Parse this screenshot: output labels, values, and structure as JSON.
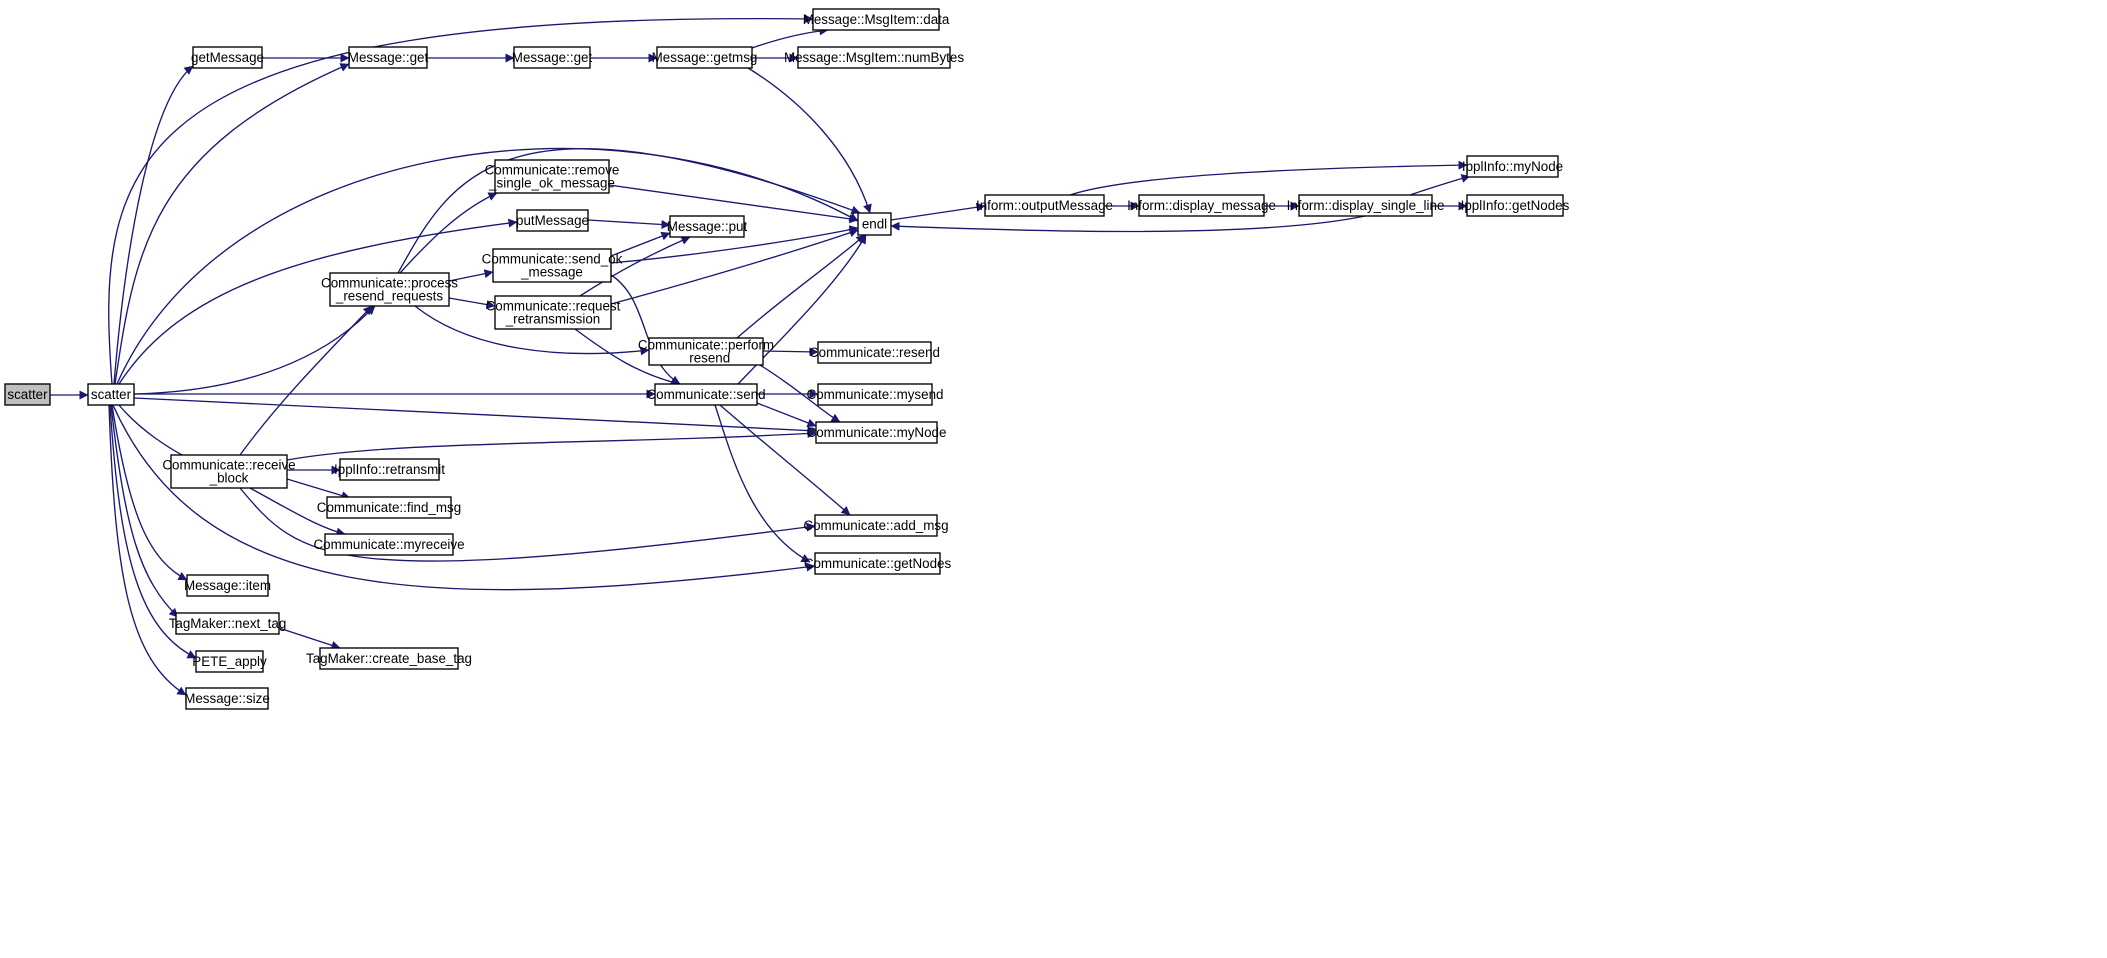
{
  "colors": {
    "edge": "#191970",
    "node_border": "#000000",
    "node_fill": "#ffffff",
    "root_fill": "#bfbfbf"
  },
  "nodes": [
    {
      "id": "n_root",
      "lines": [
        "scatter"
      ]
    },
    {
      "id": "n_scatter",
      "lines": [
        "scatter"
      ]
    },
    {
      "id": "n_getMessage",
      "lines": [
        "getMessage"
      ]
    },
    {
      "id": "n_msg_get1",
      "lines": [
        "Message::get"
      ]
    },
    {
      "id": "n_msg_get2",
      "lines": [
        "Message::get"
      ]
    },
    {
      "id": "n_getmsg",
      "lines": [
        "Message::getmsg"
      ]
    },
    {
      "id": "n_msgitem_data",
      "lines": [
        "Message::MsgItem::data"
      ]
    },
    {
      "id": "n_msgitem_numbytes",
      "lines": [
        "Message::MsgItem::numBytes"
      ]
    },
    {
      "id": "n_remove_single",
      "lines": [
        "Communicate::remove",
        "_single_ok_message"
      ]
    },
    {
      "id": "n_putMessage",
      "lines": [
        "putMessage"
      ]
    },
    {
      "id": "n_msg_put",
      "lines": [
        "Message::put"
      ]
    },
    {
      "id": "n_send_ok",
      "lines": [
        "Communicate::send_ok",
        "_message"
      ]
    },
    {
      "id": "n_process_resend",
      "lines": [
        "Communicate::process",
        "_resend_requests"
      ]
    },
    {
      "id": "n_request_retrans",
      "lines": [
        "Communicate::request",
        "_retransmission"
      ]
    },
    {
      "id": "n_perform_resend",
      "lines": [
        "Communicate::perform",
        "_resend"
      ]
    },
    {
      "id": "n_comm_send",
      "lines": [
        "Communicate::send"
      ]
    },
    {
      "id": "n_endl",
      "lines": [
        "endl"
      ]
    },
    {
      "id": "n_outputMessage",
      "lines": [
        "Inform::outputMessage"
      ]
    },
    {
      "id": "n_display_message",
      "lines": [
        "Inform::display_message"
      ]
    },
    {
      "id": "n_display_single",
      "lines": [
        "Inform::display_single_line"
      ]
    },
    {
      "id": "n_ippl_mynode",
      "lines": [
        "IpplInfo::myNode"
      ]
    },
    {
      "id": "n_ippl_getnodes",
      "lines": [
        "IpplInfo::getNodes"
      ]
    },
    {
      "id": "n_comm_resend",
      "lines": [
        "Communicate::resend"
      ]
    },
    {
      "id": "n_comm_mysend",
      "lines": [
        "Communicate::mysend"
      ]
    },
    {
      "id": "n_comm_mynode",
      "lines": [
        "Communicate::myNode"
      ]
    },
    {
      "id": "n_receive_block",
      "lines": [
        "Communicate::receive",
        "_block"
      ]
    },
    {
      "id": "n_ippl_retransmit",
      "lines": [
        "IpplInfo::retransmit"
      ]
    },
    {
      "id": "n_find_msg",
      "lines": [
        "Communicate::find_msg"
      ]
    },
    {
      "id": "n_myreceive",
      "lines": [
        "Communicate::myreceive"
      ]
    },
    {
      "id": "n_add_msg",
      "lines": [
        "Communicate::add_msg"
      ]
    },
    {
      "id": "n_comm_getnodes",
      "lines": [
        "Communicate::getNodes"
      ]
    },
    {
      "id": "n_msg_item",
      "lines": [
        "Message::item"
      ]
    },
    {
      "id": "n_next_tag",
      "lines": [
        "TagMaker::next_tag"
      ]
    },
    {
      "id": "n_create_base_tag",
      "lines": [
        "TagMaker::create_base_tag"
      ]
    },
    {
      "id": "n_pete_apply",
      "lines": [
        "PETE_apply"
      ]
    },
    {
      "id": "n_msg_size",
      "lines": [
        "Message::size"
      ]
    }
  ],
  "edges": [
    [
      "n_root",
      "n_scatter"
    ],
    [
      "n_scatter",
      "n_msgitem_data"
    ],
    [
      "n_scatter",
      "n_getMessage"
    ],
    [
      "n_scatter",
      "n_msg_get1"
    ],
    [
      "n_scatter",
      "n_endl"
    ],
    [
      "n_scatter",
      "n_putMessage"
    ],
    [
      "n_scatter",
      "n_process_resend"
    ],
    [
      "n_scatter",
      "n_comm_send"
    ],
    [
      "n_scatter",
      "n_comm_mynode"
    ],
    [
      "n_scatter",
      "n_receive_block"
    ],
    [
      "n_scatter",
      "n_comm_getnodes"
    ],
    [
      "n_scatter",
      "n_msg_item"
    ],
    [
      "n_scatter",
      "n_next_tag"
    ],
    [
      "n_scatter",
      "n_pete_apply"
    ],
    [
      "n_scatter",
      "n_msg_size"
    ],
    [
      "n_getMessage",
      "n_msg_get1"
    ],
    [
      "n_msg_get1",
      "n_msg_get2"
    ],
    [
      "n_msg_get2",
      "n_getmsg"
    ],
    [
      "n_getmsg",
      "n_msgitem_data"
    ],
    [
      "n_getmsg",
      "n_msgitem_numbytes"
    ],
    [
      "n_getmsg",
      "n_endl"
    ],
    [
      "n_putMessage",
      "n_msg_put"
    ],
    [
      "n_process_resend",
      "n_remove_single"
    ],
    [
      "n_process_resend",
      "n_endl"
    ],
    [
      "n_process_resend",
      "n_send_ok"
    ],
    [
      "n_process_resend",
      "n_request_retrans"
    ],
    [
      "n_process_resend",
      "n_perform_resend"
    ],
    [
      "n_remove_single",
      "n_endl"
    ],
    [
      "n_send_ok",
      "n_msg_put"
    ],
    [
      "n_send_ok",
      "n_endl"
    ],
    [
      "n_send_ok",
      "n_comm_send"
    ],
    [
      "n_request_retrans",
      "n_msg_put"
    ],
    [
      "n_request_retrans",
      "n_endl"
    ],
    [
      "n_request_retrans",
      "n_comm_send"
    ],
    [
      "n_perform_resend",
      "n_endl"
    ],
    [
      "n_perform_resend",
      "n_comm_resend"
    ],
    [
      "n_perform_resend",
      "n_comm_mynode"
    ],
    [
      "n_comm_send",
      "n_endl"
    ],
    [
      "n_comm_send",
      "n_comm_mysend"
    ],
    [
      "n_comm_send",
      "n_comm_mynode"
    ],
    [
      "n_comm_send",
      "n_add_msg"
    ],
    [
      "n_comm_send",
      "n_comm_getnodes"
    ],
    [
      "n_endl",
      "n_outputMessage"
    ],
    [
      "n_outputMessage",
      "n_display_message"
    ],
    [
      "n_outputMessage",
      "n_ippl_mynode"
    ],
    [
      "n_display_message",
      "n_display_single"
    ],
    [
      "n_display_single",
      "n_endl"
    ],
    [
      "n_display_single",
      "n_ippl_mynode"
    ],
    [
      "n_display_single",
      "n_ippl_getnodes"
    ],
    [
      "n_receive_block",
      "n_process_resend"
    ],
    [
      "n_receive_block",
      "n_comm_mynode"
    ],
    [
      "n_receive_block",
      "n_ippl_retransmit"
    ],
    [
      "n_receive_block",
      "n_find_msg"
    ],
    [
      "n_receive_block",
      "n_myreceive"
    ],
    [
      "n_receive_block",
      "n_add_msg"
    ],
    [
      "n_next_tag",
      "n_create_base_tag"
    ]
  ]
}
